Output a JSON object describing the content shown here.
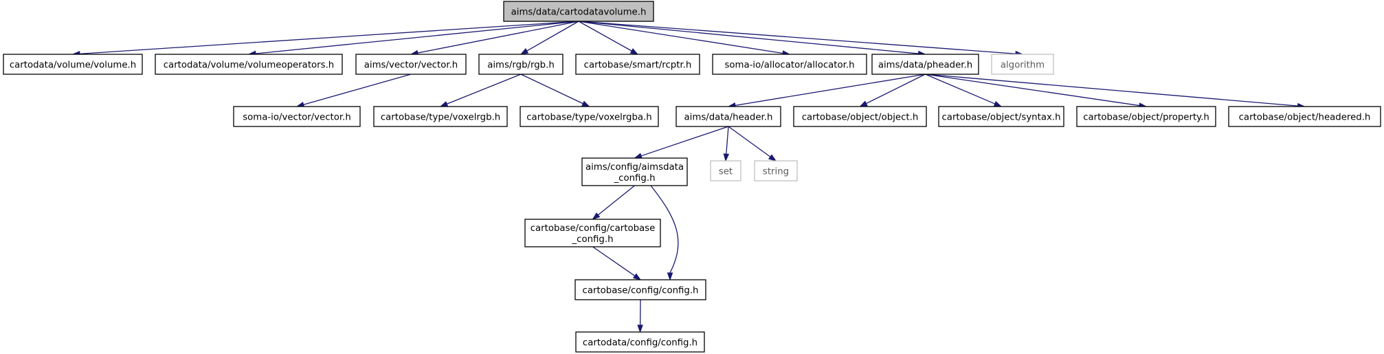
{
  "diagram": {
    "nodes": [
      {
        "id": "n0",
        "label": "aims/data/cartodatavolume.h"
      },
      {
        "id": "n1",
        "label": "cartodata/volume/volume.h"
      },
      {
        "id": "n2",
        "label": "cartodata/volume/volumeoperators.h"
      },
      {
        "id": "n3",
        "label": "aims/vector/vector.h"
      },
      {
        "id": "n4",
        "label": "aims/rgb/rgb.h"
      },
      {
        "id": "n5",
        "label": "cartobase/smart/rcptr.h"
      },
      {
        "id": "n6",
        "label": "soma-io/allocator/allocator.h"
      },
      {
        "id": "n7",
        "label": "aims/data/pheader.h"
      },
      {
        "id": "n8",
        "label": "algorithm"
      },
      {
        "id": "n9",
        "label": "soma-io/vector/vector.h"
      },
      {
        "id": "n10",
        "label": "cartobase/type/voxelrgb.h"
      },
      {
        "id": "n11",
        "label": "cartobase/type/voxelrgba.h"
      },
      {
        "id": "n12",
        "label": "aims/data/header.h"
      },
      {
        "id": "n13",
        "label": "cartobase/object/object.h"
      },
      {
        "id": "n14",
        "label": "cartobase/object/syntax.h"
      },
      {
        "id": "n15",
        "label": "cartobase/object/property.h"
      },
      {
        "id": "n16",
        "label": "cartobase/object/headered.h"
      },
      {
        "id": "n17",
        "label": [
          "aims/config/aimsdata",
          "_config.h"
        ]
      },
      {
        "id": "n18",
        "label": "set"
      },
      {
        "id": "n19",
        "label": "string"
      },
      {
        "id": "n20",
        "label": [
          "cartobase/config/cartobase",
          "_config.h"
        ]
      },
      {
        "id": "n21",
        "label": "cartobase/config/config.h"
      },
      {
        "id": "n22",
        "label": "cartodata/config/config.h"
      }
    ],
    "edges": [
      [
        "n0",
        "n1"
      ],
      [
        "n0",
        "n2"
      ],
      [
        "n0",
        "n3"
      ],
      [
        "n0",
        "n4"
      ],
      [
        "n0",
        "n5"
      ],
      [
        "n0",
        "n6"
      ],
      [
        "n0",
        "n7"
      ],
      [
        "n0",
        "n8"
      ],
      [
        "n3",
        "n9"
      ],
      [
        "n4",
        "n10"
      ],
      [
        "n4",
        "n11"
      ],
      [
        "n7",
        "n12"
      ],
      [
        "n7",
        "n13"
      ],
      [
        "n7",
        "n14"
      ],
      [
        "n7",
        "n15"
      ],
      [
        "n7",
        "n16"
      ],
      [
        "n12",
        "n17"
      ],
      [
        "n12",
        "n18"
      ],
      [
        "n12",
        "n19"
      ],
      [
        "n17",
        "n20"
      ],
      [
        "n17",
        "n21"
      ],
      [
        "n20",
        "n21"
      ],
      [
        "n21",
        "n22"
      ]
    ]
  }
}
